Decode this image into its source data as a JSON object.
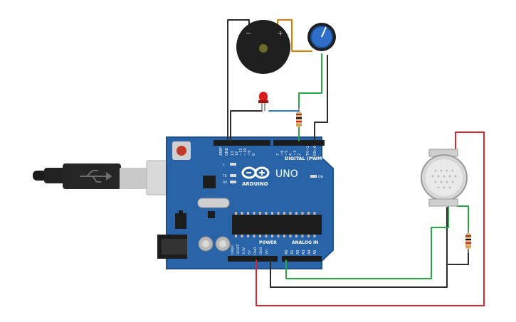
{
  "board": {
    "logo_text": "ARDUINO",
    "model": "UNO",
    "digital_header_label": "DIGITAL (PWM~)",
    "digital_pins": [
      "AREF",
      "GND",
      "13",
      "12",
      "~11",
      "~10",
      "~9",
      "8",
      "7",
      "~6",
      "~5",
      "4",
      "~3",
      "2",
      "TX→1",
      "RX←0"
    ],
    "power_label": "POWER",
    "power_pins": [
      "IOREF",
      "RESET",
      "3.3V",
      "5V",
      "GND",
      "GND",
      "Vin"
    ],
    "analog_label": "ANALOG IN",
    "analog_pins": [
      "A0",
      "A1",
      "A2",
      "A3",
      "A4",
      "A5"
    ],
    "led_labels": [
      "L",
      "TX",
      "RX",
      "ON"
    ]
  },
  "colors": {
    "board": "#2a64a8",
    "board_edge": "#1e4f88",
    "wire_black": "#2b2b2b",
    "wire_green": "#28a745",
    "wire_red": "#d9232e",
    "wire_orange": "#e07b00",
    "wire_blue": "#2b7bd6",
    "led_red": "#d81e1e",
    "pot_blue": "#2f6fc9"
  },
  "components": {
    "buzzer_polarity": [
      "−",
      "+"
    ]
  }
}
